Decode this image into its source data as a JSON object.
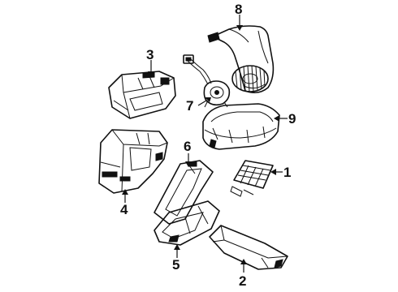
{
  "diagram": {
    "parts": [
      {
        "id": "1",
        "label": "1"
      },
      {
        "id": "2",
        "label": "2"
      },
      {
        "id": "3",
        "label": "3"
      },
      {
        "id": "4",
        "label": "4"
      },
      {
        "id": "5",
        "label": "5"
      },
      {
        "id": "6",
        "label": "6"
      },
      {
        "id": "7",
        "label": "7"
      },
      {
        "id": "8",
        "label": "8"
      },
      {
        "id": "9",
        "label": "9"
      }
    ]
  }
}
